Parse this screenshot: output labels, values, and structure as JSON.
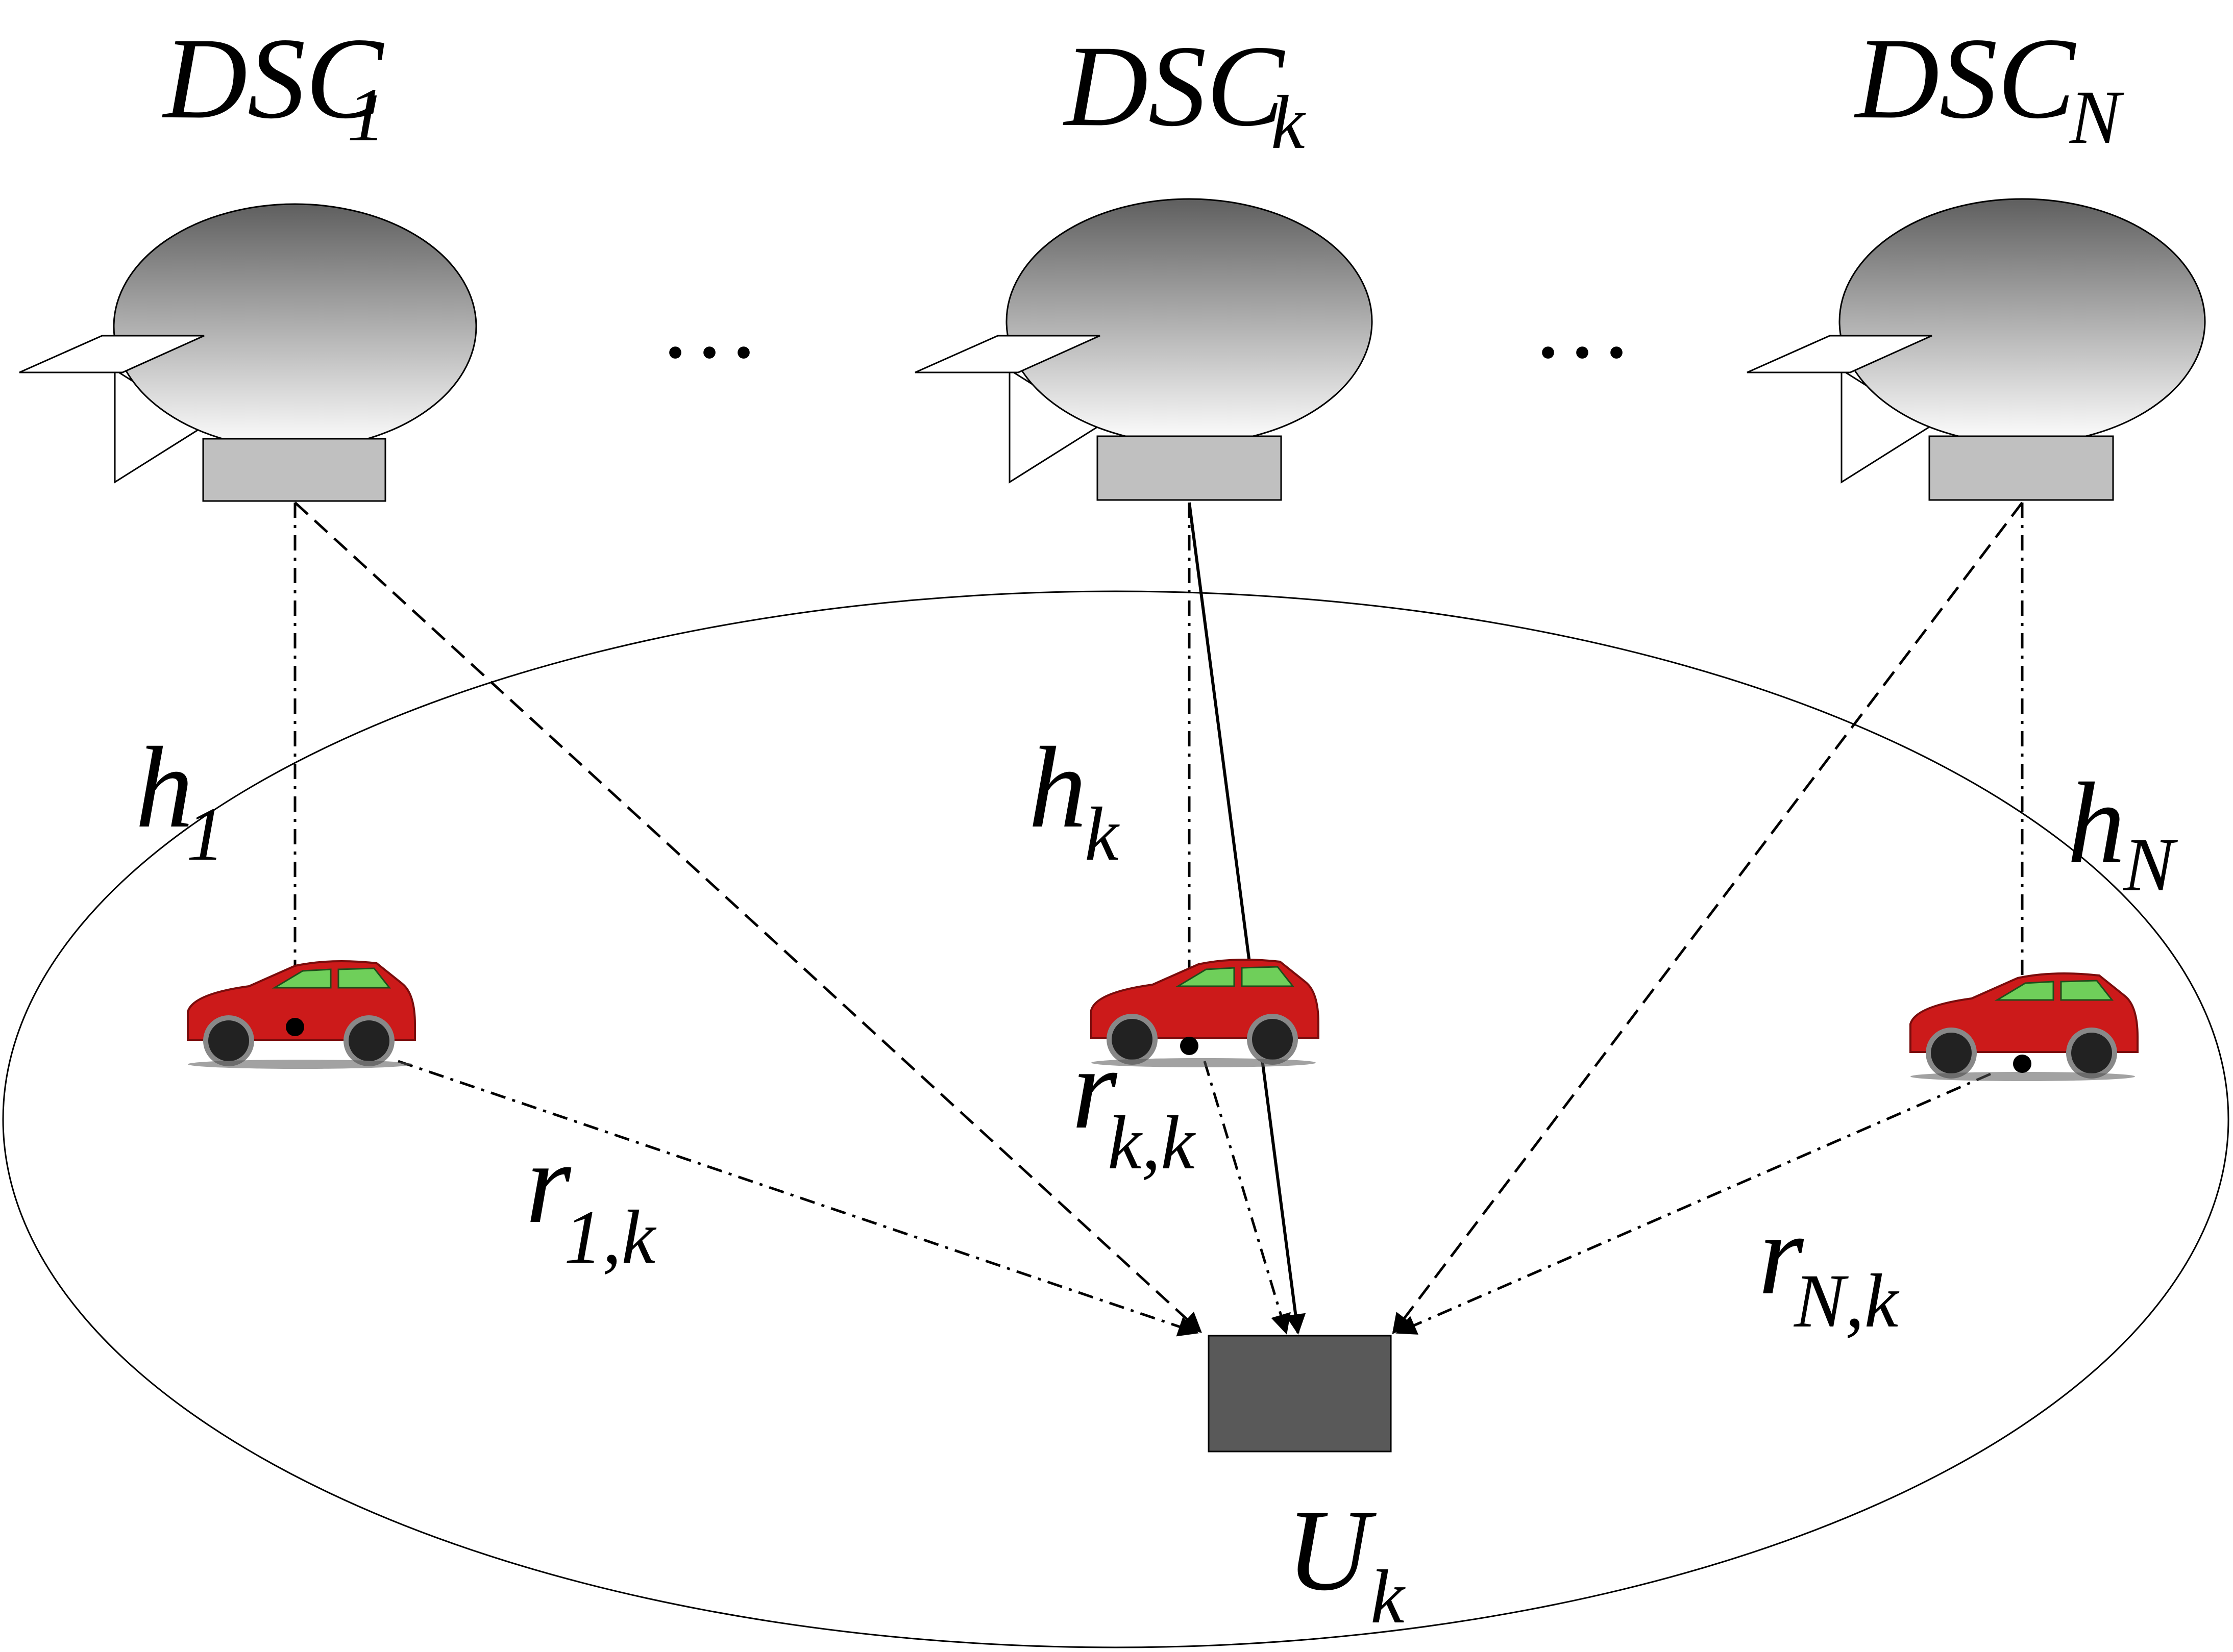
{
  "labels": {
    "dsc_1": {
      "main": "DSC",
      "sub": "1"
    },
    "dsc_k": {
      "main": "DSC",
      "sub": "k"
    },
    "dsc_n": {
      "main": "DSC",
      "sub": "N"
    },
    "h_1": {
      "main": "h",
      "sub": "1"
    },
    "h_k": {
      "main": "h",
      "sub": "k"
    },
    "h_n": {
      "main": "h",
      "sub": "N"
    },
    "r_1k": {
      "main": "r",
      "sub": "1,k"
    },
    "r_kk": {
      "main": "r",
      "sub": "k,k"
    },
    "r_nk": {
      "main": "r",
      "sub": "N,k"
    },
    "u_k": {
      "main": "U",
      "sub": "k"
    },
    "ellipsis_left": "…",
    "ellipsis_right": "…"
  },
  "colors": {
    "balloon_top": "#5f5f5f",
    "balloon_bottom": "#ffffff",
    "gondola": "#c0c0c0",
    "user_box": "#595959",
    "car_body": "#cc1a1a",
    "car_window": "#6fcf5a"
  }
}
